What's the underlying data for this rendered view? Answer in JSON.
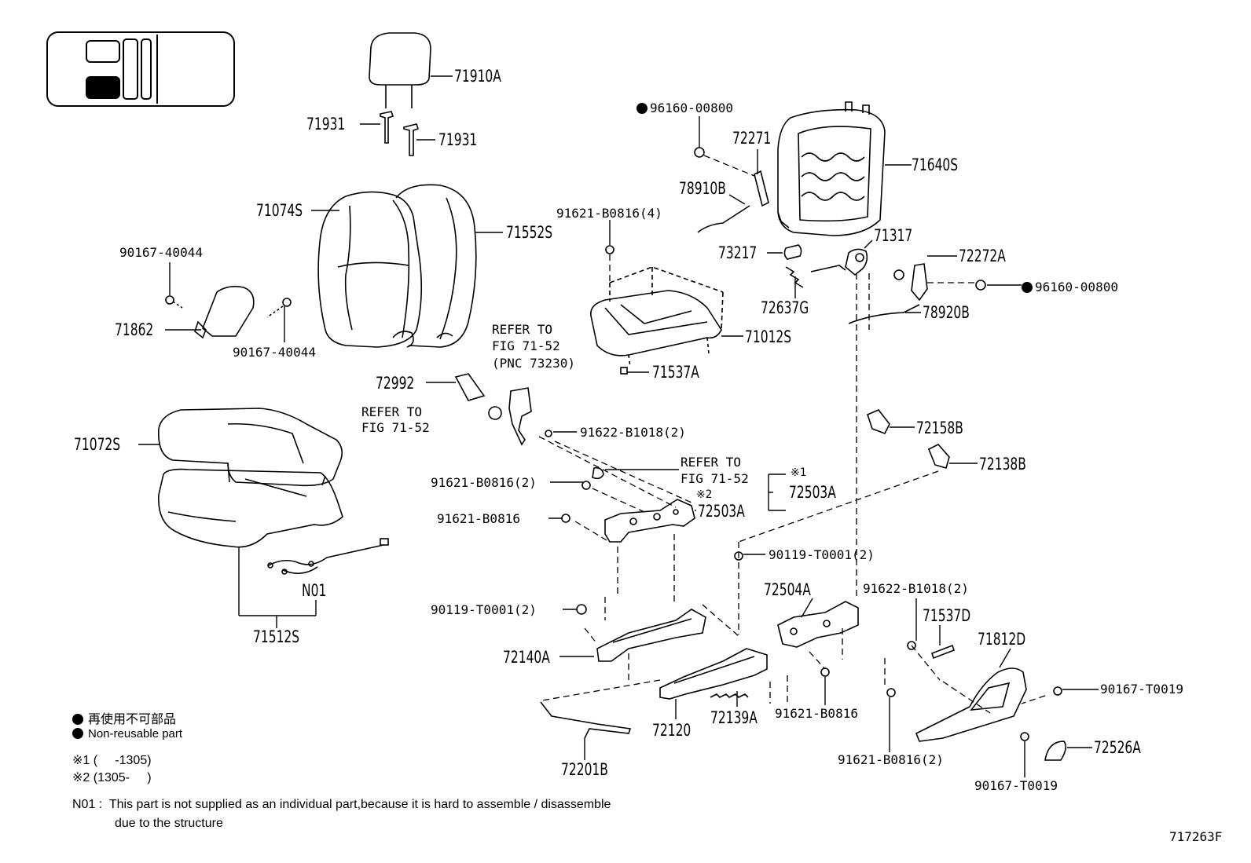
{
  "parts": {
    "p71910A": "71910A",
    "p71931a": "71931",
    "p71931b": "71931",
    "p71074S": "71074S",
    "p71552S": "71552S",
    "p90167_40044a": "90167-40044",
    "p90167_40044b": "90167-40044",
    "p71862": "71862",
    "p71072S": "71072S",
    "pN01": "N01",
    "p71512S": "71512S",
    "p96160_00800a": "96160-00800",
    "p72271": "72271",
    "p71640S": "71640S",
    "p78910B": "78910B",
    "p91621_B0816_4": "91621-B0816(4)",
    "p73217": "73217",
    "p71317": "71317",
    "p72272A": "72272A",
    "p96160_00800b": "96160-00800",
    "p72637G": "72637G",
    "p78920B": "78920B",
    "p71012S": "71012S",
    "p71537A": "71537A",
    "p72992": "72992",
    "p91622_B1018_2a": "91622-B1018(2)",
    "p72158B": "72158B",
    "p72138B": "72138B",
    "p91621_B0816_2a": "91621-B0816(2)",
    "p72503A_1": "72503A",
    "p72503A_2": "72503A",
    "p91621_B0816a": "91621-B0816",
    "p90119_T0001_2a": "90119-T0001(2)",
    "p72504A": "72504A",
    "p91622_B1018_2b": "91622-B1018(2)",
    "p71537D": "71537D",
    "p90119_T0001_2b": "90119-T0001(2)",
    "p71812D": "71812D",
    "p72140A": "72140A",
    "p90167_T0019a": "90167-T0019",
    "p91621_B0816b": "91621-B0816",
    "p72120": "72120",
    "p72139A": "72139A",
    "p72526A": "72526A",
    "p91621_B0816_2b": "91621-B0816(2)",
    "p90167_T0019b": "90167-T0019",
    "p72201B": "72201B"
  },
  "refs": {
    "r1_line1": "REFER TO",
    "r1_line2": "FIG 71-52",
    "r1_line3": "(PNC 73230)",
    "r2_line1": "REFER TO",
    "r2_line2": "FIG 71-52",
    "r3_line1": "REFER TO",
    "r3_line2": "FIG 71-52",
    "mark1": "※1",
    "mark2": "※2"
  },
  "legend": {
    "jp": "再使用不可部品",
    "en": "Non-reusable part",
    "note1": "※1 (     -1305)",
    "note2": "※2 (1305-     )",
    "n01_line1": "N01 :  This part is not supplied as an individual part,because it is hard to assemble / disassemble",
    "n01_line2": "due to the structure"
  },
  "figure_id": "717263F"
}
